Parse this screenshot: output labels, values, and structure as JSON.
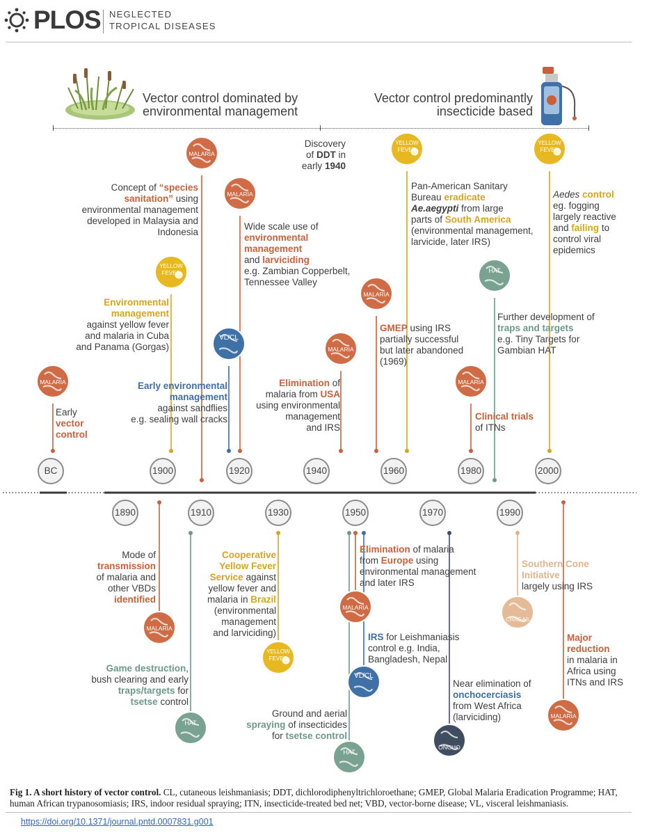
{
  "header": {
    "logo": "PLOS",
    "journal_line1": "NEGLECTED",
    "journal_line2": "TROPICAL DISEASES"
  },
  "eras": {
    "left": [
      "Vector control dominated by",
      "environmental management"
    ],
    "right": [
      "Vector control predominantly",
      "insecticide based"
    ]
  },
  "labels": {
    "malaria": "MALARIA",
    "yellow": "YELLOW",
    "fever": "FEVER",
    "vlcl": "VL/CL",
    "hat": "HAT",
    "chagas": "CHAGAS",
    "oncho": "ONCHO"
  },
  "years_top": [
    "BC",
    "1900",
    "1920",
    "1940",
    "1960",
    "1980",
    "2000"
  ],
  "years_bottom": [
    "1890",
    "1910",
    "1930",
    "1950",
    "1970",
    "1990"
  ],
  "events": {
    "bc_early": [
      "Early",
      "vector",
      "control"
    ],
    "species_sanitation": [
      "Concept of",
      "“species",
      "sanitation”",
      "using",
      "environmental management",
      "developed in Malaysia and",
      "Indonesia"
    ],
    "env_mgmt_yf": [
      "Environmental",
      "management",
      "against yellow fever",
      "and malaria in Cuba",
      "and Panama (Gorgas)"
    ],
    "early_env_sandflies": [
      "Early environmental",
      "management",
      "against sandflies",
      "e.g. sealing wall cracks"
    ],
    "wide_scale": [
      "Wide scale use of",
      "environmental",
      "management",
      "and",
      "larviciding",
      "e.g. Zambian Copperbelt,",
      "Tennessee Valley"
    ],
    "ddt": [
      "Discovery",
      "of",
      "DDT",
      "in",
      "early",
      "1940"
    ],
    "elim_usa": [
      "Elimination",
      "of",
      "malaria from",
      "USA",
      "using environmental",
      "management",
      "and IRS"
    ],
    "pan_american": [
      "Pan-American Sanitary",
      "Bureau",
      "eradicate",
      "Ae.aegypti",
      "from large",
      "parts of",
      "South America",
      "(environmental management,",
      "larvicide, later IRS)"
    ],
    "gmep": [
      "GMEP",
      "using IRS",
      "partially successful",
      "but later abandoned",
      "(1969)"
    ],
    "traps_targets": [
      "Further development of",
      "traps and targets",
      "e.g. Tiny Targets for",
      "Gambian HAT"
    ],
    "clinical_trials": [
      "Clinical trials",
      "of ITNs"
    ],
    "aedes": [
      "Aedes",
      "control",
      "eg. fogging",
      "largely reactive",
      "and",
      "failing",
      "to",
      "control viral",
      "epidemics"
    ],
    "mode_transmission": [
      "Mode of",
      "transmission",
      "of malaria and",
      "other VBDs",
      "identified"
    ],
    "game_destruction": [
      "Game destruction",
      ",",
      "bush clearing and early",
      "traps/targets",
      "for",
      "tsetse",
      "control"
    ],
    "cooperative_yf": [
      "Cooperative",
      "Yellow Fever",
      "Service",
      "against",
      "yellow fever and",
      "malaria in",
      "Brazil",
      "(environmental",
      "management",
      "and larviciding)"
    ],
    "elim_europe": [
      "Elimination",
      "of malaria",
      "from",
      "Europe",
      "using",
      "environmental management",
      "and later IRS"
    ],
    "irs_leish": [
      "IRS",
      "for Leishmaniasis",
      "control e.g. India,",
      "Bangladesh, Nepal"
    ],
    "ground_aerial": [
      "Ground and aerial",
      "spraying",
      "of insecticides",
      "for",
      "tsetse control"
    ],
    "oncho_elim": [
      "Near elimination of",
      "onchocerciasis",
      "from West Africa",
      "(larviciding)"
    ],
    "southern_cone": [
      "Southern Cone",
      "Initiative",
      "largely using IRS"
    ],
    "major_reduction": [
      "Major",
      "reduction",
      "in malaria in",
      "Africa using",
      "ITNs and IRS"
    ]
  },
  "caption": {
    "bold": "Fig 1. A short history of vector control.",
    "rest": " CL, cutaneous leishmaniasis; DDT, dichlorodiphenyltrichloroethane; GMEP, Global Malaria Eradication Programme; HAT, human African trypanosomiasis; IRS, indoor residual spraying; ITN, insecticide-treated bed net; VBD, vector-borne disease; VL, visceral leishmaniasis."
  },
  "doi": "https://doi.org/10.1371/journal.pntd.0007831.g001",
  "colors": {
    "malaria": "#cf6b45",
    "yellow_fever": "#e8b820",
    "vlcl": "#3f71a6",
    "hat": "#7aa291",
    "chagas": "#e4bb96",
    "oncho": "#3e4d60",
    "year_circle": "#f2f2f2"
  }
}
